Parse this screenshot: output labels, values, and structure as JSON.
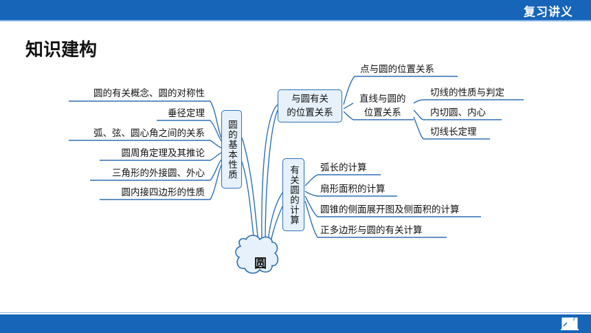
{
  "header": {
    "title": "复习讲义"
  },
  "heading": "知识建构",
  "footer": {
    "page": "7"
  },
  "center": "圆",
  "branch_left": {
    "label": "圆的基本性质",
    "items": [
      "圆的有关概念、圆的对称性",
      "垂径定理",
      "弧、弦、圆心角之间的关系",
      "圆周角定理及其推论",
      "三角形的外接圆、外心",
      "圆内接四边形的性质"
    ]
  },
  "branch_top_right": {
    "label_line1": "与圆有关",
    "label_line2": "的位置关系",
    "item1": "点与圆的位置关系",
    "sub_label_line1": "直线与圆的",
    "sub_label_line2": "位置关系",
    "sub_items": [
      "切线的性质与判定",
      "内切圆、内心",
      "切线长定理"
    ]
  },
  "branch_bottom_right": {
    "label": "有关圆的计算",
    "items": [
      "弧长的计算",
      "扇形面积的计算",
      "圆锥的侧面展开图及侧面积的计算",
      "正多边形与圆的有关计算"
    ]
  }
}
